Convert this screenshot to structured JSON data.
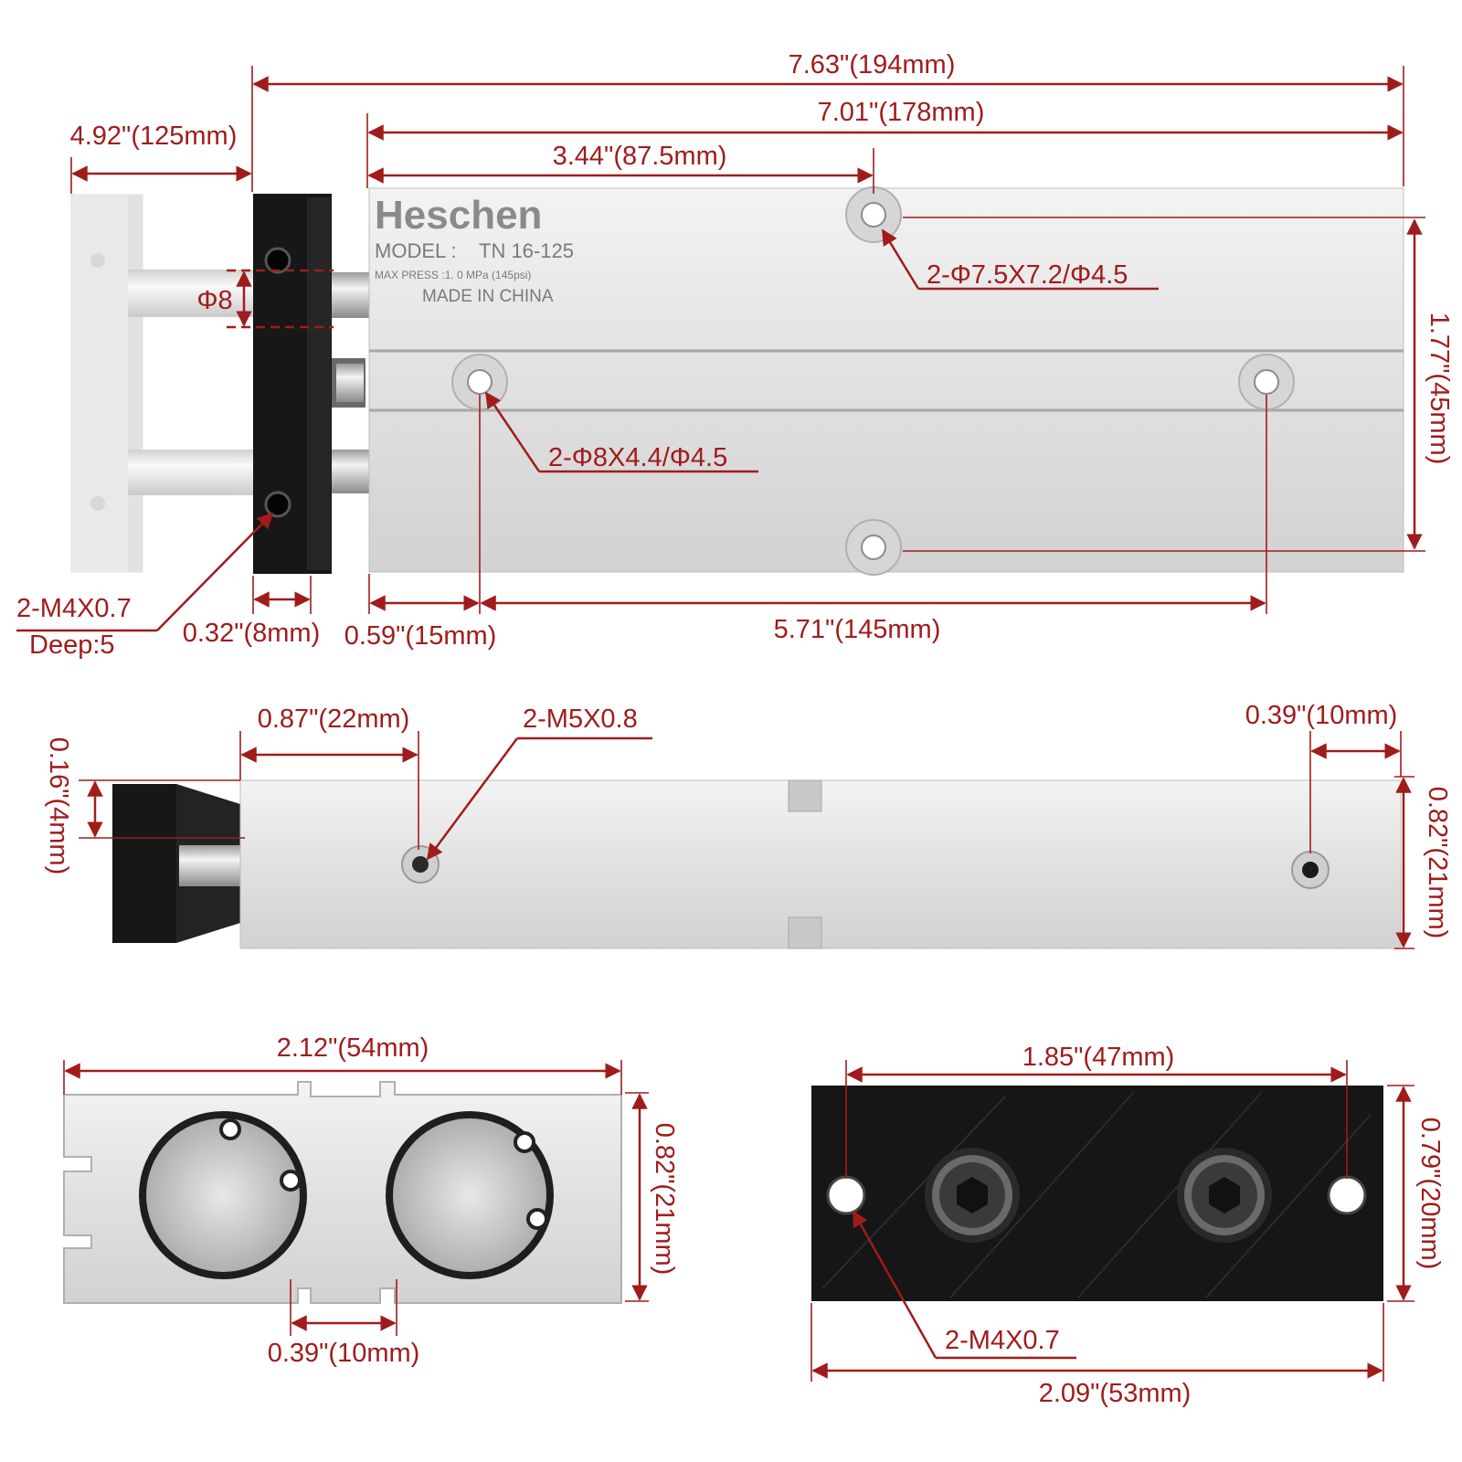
{
  "colors": {
    "dimension": "#a01c1c",
    "aluminum": "#e6e6e6",
    "plate": "#151515"
  },
  "product": {
    "brand": "Heschen",
    "model_label": "MODEL :",
    "model_value": "TN  16-125",
    "pressure": "MAX  PRESS :1. 0  MPa (145psi)",
    "origin": "MADE IN CHINA"
  },
  "top_view": {
    "overall_length": "7.63\"(194mm)",
    "body_length": "7.01\"(178mm)",
    "stroke": "4.92\"(125mm)",
    "hole_offset": "3.44\"(87.5mm)",
    "counterbore_holes": "2-Φ7.5X7.2/Φ4.5",
    "body_width": "1.77\"(45mm)",
    "rod_diameter": "Φ8",
    "mount_holes": "2-Φ8X4.4/Φ4.5",
    "plate_threads": "2-M4X0.7",
    "plate_thread_depth": "Deep:5",
    "plate_thickness": "0.32\"(8mm)",
    "hole_edge_offset": "0.59\"(15mm)",
    "hole_spacing": "5.71\"(145mm)"
  },
  "side_view": {
    "port_offset": "0.87\"(22mm)",
    "ports": "2-M5X0.8",
    "end_port_offset": "0.39\"(10mm)",
    "step_height": "0.16\"(4mm)",
    "height": "0.82\"(21mm)"
  },
  "end_view": {
    "width": "2.12\"(54mm)",
    "height": "0.82\"(21mm)",
    "slot_width": "0.39\"(10mm)"
  },
  "plate_view": {
    "hole_spacing": "1.85\"(47mm)",
    "height": "0.79\"(20mm)",
    "threads": "2-M4X0.7",
    "width": "2.09\"(53mm)"
  }
}
